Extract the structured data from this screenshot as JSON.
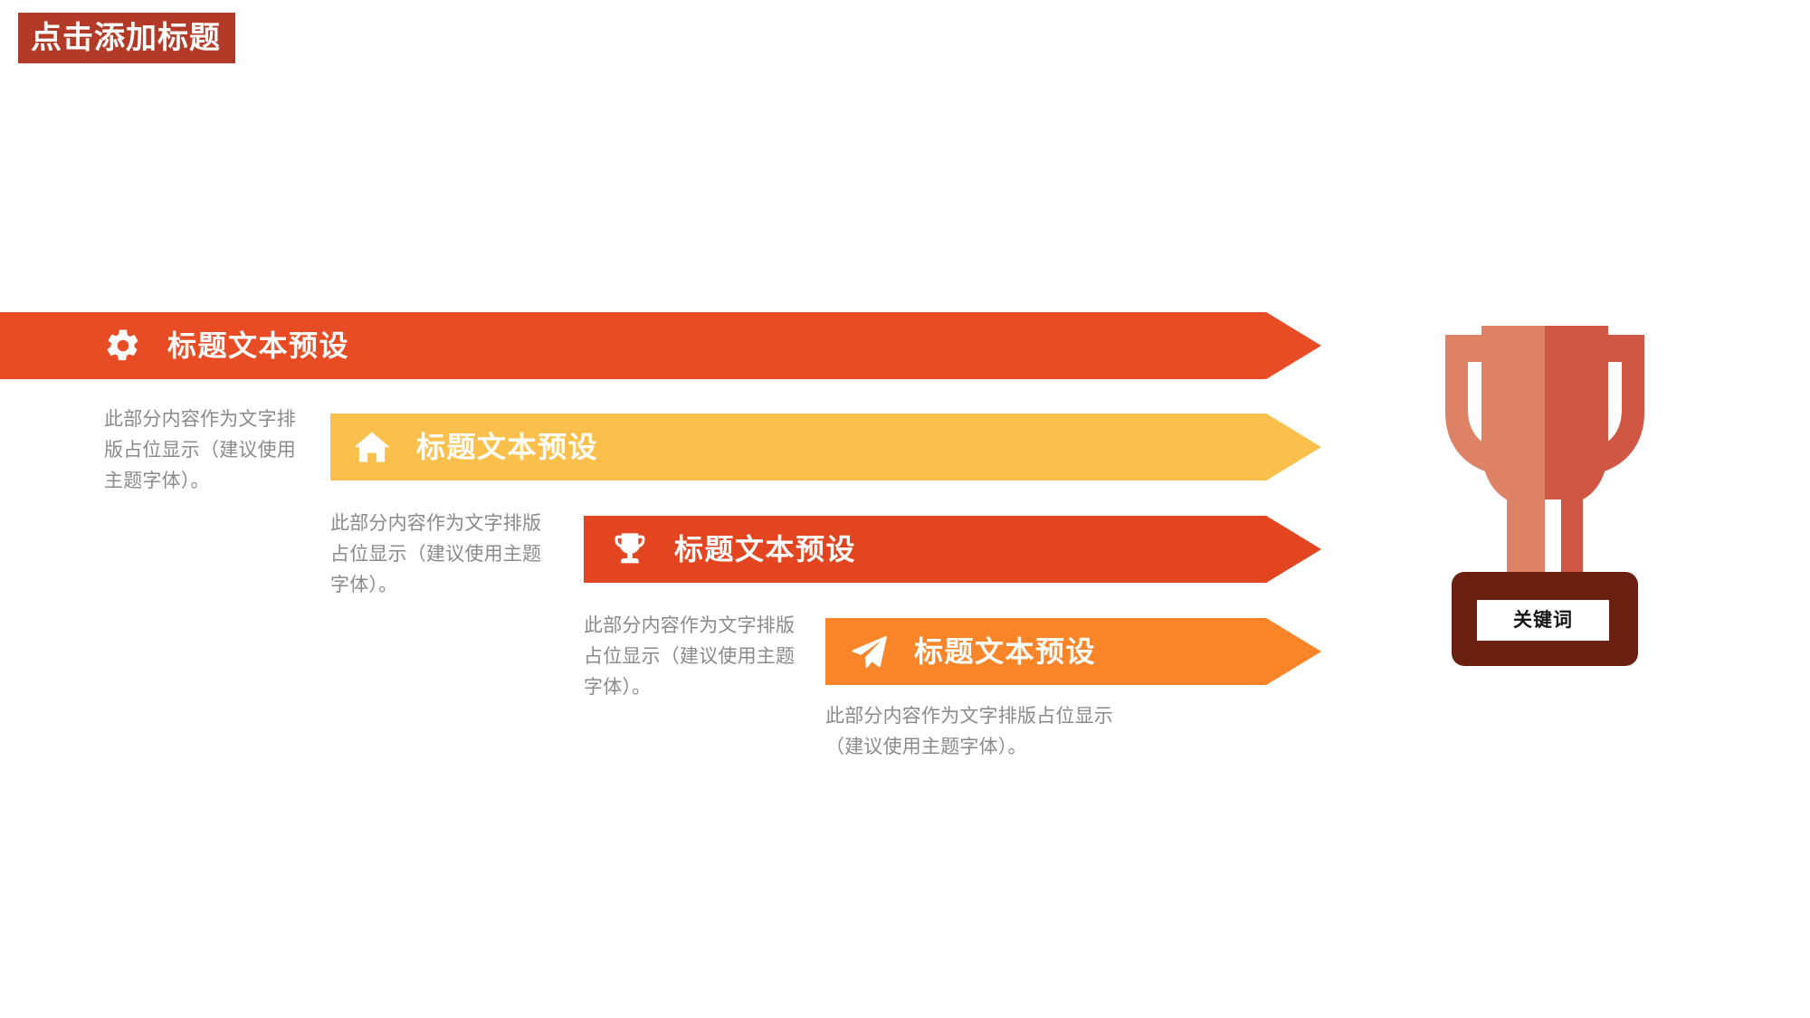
{
  "slide": {
    "background_color": "#FFFFFF",
    "title": {
      "text": "点击添加标题",
      "background_color": "#B33A26",
      "text_color": "#FFFFFF"
    },
    "arrows": [
      {
        "title": "标题文本预设",
        "icon": "gear-icon",
        "color": "#E84C24",
        "caption": "此部分内容作为文字排版占位显示（建议使用主题字体）。"
      },
      {
        "title": "标题文本预设",
        "icon": "home-icon",
        "color": "#FBC04B",
        "caption": "此部分内容作为文字排版占位显示（建议使用主题字体）。"
      },
      {
        "title": "标题文本预设",
        "icon": "trophy-icon",
        "color": "#E2451F",
        "caption": "此部分内容作为文字排版占位显示（建议使用主题字体）。"
      },
      {
        "title": "标题文本预设",
        "icon": "send-icon",
        "color": "#FA8428",
        "caption": "此部分内容作为文字排版占位显示（建议使用主题字体）。"
      }
    ],
    "trophy": {
      "plate_label": "关键词",
      "cup_light_color": "#DD8264",
      "cup_dark_color": "#D15745",
      "base_color": "#6B2011",
      "plate_background": "#FFFFFF",
      "plate_text_color": "#161616"
    }
  }
}
